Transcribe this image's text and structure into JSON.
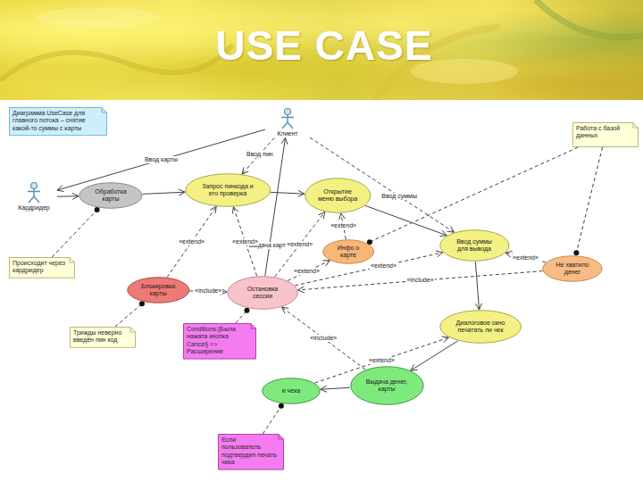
{
  "diagram": {
    "title": "USE CASE",
    "nodes": [
      {
        "text": [
          "Диаграмма UseCase для главного потока – снятие какой-то суммы с карты"
        ]
      },
      {
        "text": [
          "Клиент"
        ]
      },
      {
        "text": [
          "Работа с базой данных"
        ]
      },
      {
        "text": [
          "Кардридер"
        ]
      },
      {
        "text": [
          "Обработка карты"
        ]
      },
      {
        "text": [
          "Запрос пинкода и его проверка"
        ]
      },
      {
        "text": [
          "Открытие меню выбора"
        ]
      },
      {
        "text": [
          "Инфо о карте"
        ]
      },
      {
        "text": [
          "Ввод суммы для вывода"
        ]
      },
      {
        "text": [
          "Происходит через кардридер"
        ]
      },
      {
        "text": [
          "Не хватило денег"
        ]
      },
      {
        "text": [
          "Блокировка карты"
        ]
      },
      {
        "text": [
          "Остановка сессии"
        ]
      },
      {
        "text": [
          "Трижды неверно введён пин код"
        ]
      },
      {
        "text": [
          "Conditions:{Была нажата кнопка Cancel} => Расширение"
        ]
      },
      {
        "text": [
          "Диалоговое окно печатать ли чек"
        ]
      },
      {
        "text": [
          "Выдача денег, карты"
        ]
      },
      {
        "text": [
          "и чека"
        ]
      },
      {
        "text": [
          "Если пользователь подтвердил печать чека"
        ]
      }
    ],
    "edges": [
      {
        "from": 1,
        "to": 3,
        "label": "Ввод карты",
        "arrow": "to"
      },
      {
        "from": 3,
        "to": 4,
        "arrow": "to"
      },
      {
        "from": 4,
        "to": 5,
        "arrow": "to"
      },
      {
        "from": 1,
        "to": 5,
        "label": "Ввод пин",
        "arrow": "to"
      },
      {
        "from": 12,
        "to": 1,
        "label": "Выдача карты",
        "arrow": "to"
      },
      {
        "from": 1,
        "to": 8,
        "label": "Ввод суммы",
        "arrow": "to"
      },
      {
        "from": 5,
        "to": 6,
        "arrow": "to"
      },
      {
        "from": 6,
        "to": 8,
        "arrow": "to"
      },
      {
        "from": 7,
        "to": 6,
        "label": "«extend»",
        "arrow": "to"
      },
      {
        "from": 11,
        "to": 5,
        "label": "«extend»",
        "arrow": "to"
      },
      {
        "from": 11,
        "to": 12,
        "label": "«include»",
        "arrow": "to"
      },
      {
        "from": 12,
        "to": 5,
        "label": "«extend»",
        "arrow": "to"
      },
      {
        "from": 12,
        "to": 6,
        "label": "«extend»",
        "arrow": "to"
      },
      {
        "from": 12,
        "to": 7,
        "label": "«extend»",
        "arrow": "to"
      },
      {
        "from": 12,
        "to": 8,
        "label": "«extend»",
        "arrow": "to"
      },
      {
        "from": 10,
        "to": 8,
        "label": "«extend»",
        "arrow": "to"
      },
      {
        "from": 10,
        "to": 12,
        "label": "«include»",
        "arrow": "to"
      },
      {
        "from": 8,
        "to": 15,
        "arrow": "to"
      },
      {
        "from": 15,
        "to": 16,
        "arrow": "to"
      },
      {
        "from": 16,
        "to": 12,
        "label": "«include»",
        "arrow": "to"
      },
      {
        "from": 17,
        "to": 15,
        "label": "«extend»",
        "arrow": "to"
      },
      {
        "from": 16,
        "to": 17,
        "arrow": "to"
      },
      {
        "from": 9,
        "to": 4,
        "arrow": "none"
      },
      {
        "from": 13,
        "to": 11,
        "arrow": "none"
      },
      {
        "from": 14,
        "to": 12,
        "arrow": "none"
      },
      {
        "from": 18,
        "to": 17,
        "arrow": "none"
      },
      {
        "from": 2,
        "to": 7,
        "arrow": "none"
      },
      {
        "from": 2,
        "to": 10,
        "arrow": "none"
      }
    ]
  }
}
